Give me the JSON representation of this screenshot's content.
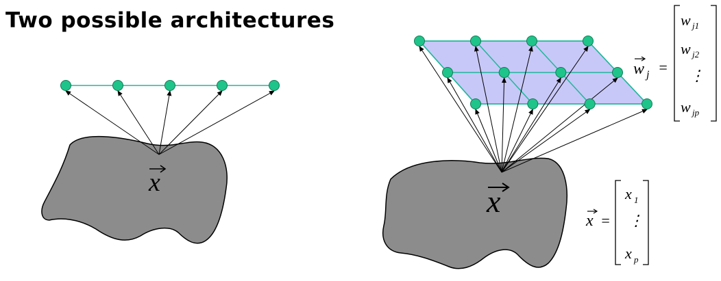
{
  "title": "Two possible architectures",
  "colors": {
    "blob": "#8c8c8c",
    "node_fill": "#1fc48a",
    "node_stroke": "#0f7a55",
    "line": "#1fb89a",
    "grid_fill": "#c8c8f8"
  },
  "left_diagram": {
    "input_label": "x",
    "node_count": 5
  },
  "right_diagram": {
    "input_label": "x",
    "grid_rows": 3,
    "grid_cols": 4,
    "weight_vector": {
      "lhs": "w",
      "subscript": "j",
      "entries": [
        "w",
        "w",
        "⋮",
        "w"
      ],
      "entry_subscripts": [
        "j1",
        "j2",
        "",
        "jp"
      ]
    },
    "input_vector": {
      "lhs": "x",
      "entries": [
        "x",
        "⋮",
        "x"
      ],
      "entry_subscripts": [
        "1",
        "",
        "p"
      ]
    }
  }
}
